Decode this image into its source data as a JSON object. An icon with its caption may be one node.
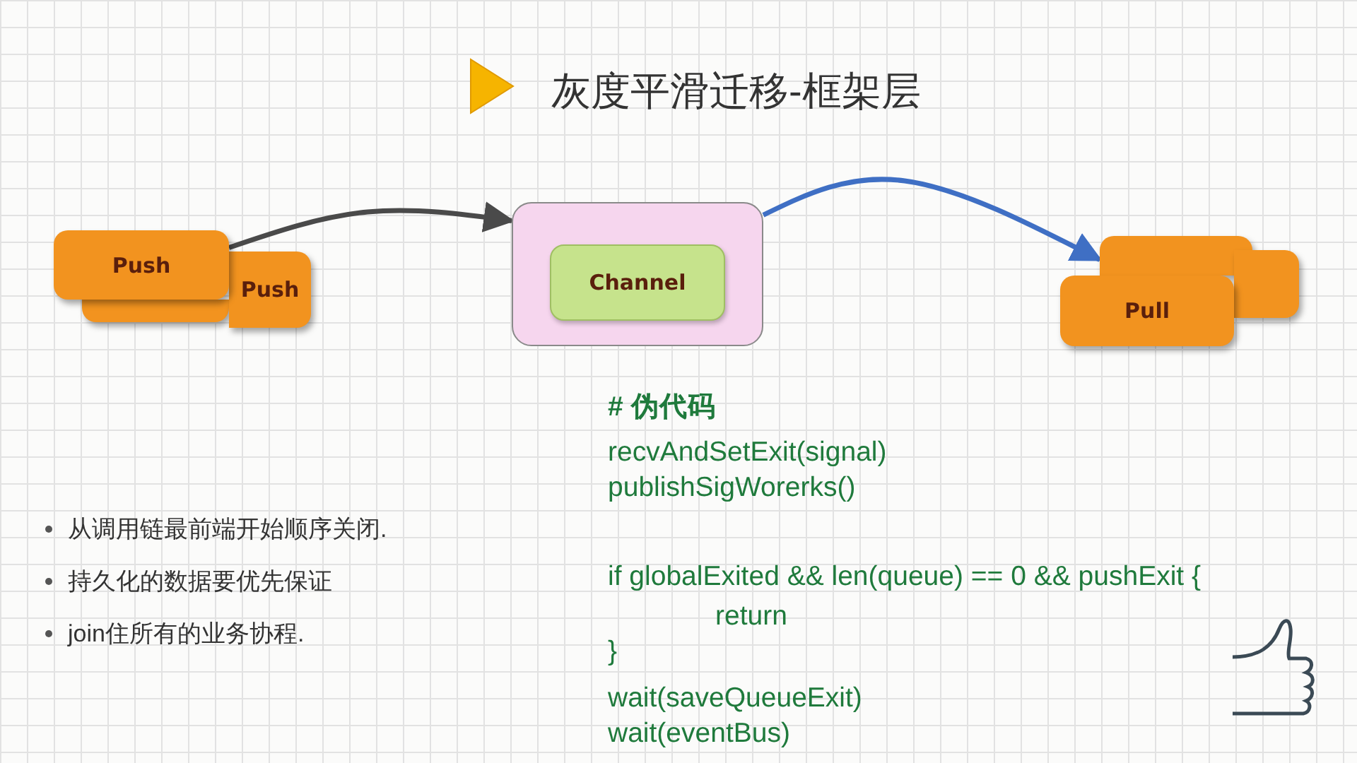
{
  "diagram": {
    "title": "灰度平滑迁移-框架层",
    "nodes": [
      {
        "text": [],
        "shape": "box"
      },
      {
        "text": [
          "Push"
        ]
      },
      {
        "text": [
          "Push"
        ]
      },
      {
        "text": [],
        "shape": "box"
      },
      {
        "text": [
          "Channel"
        ],
        "in": 3
      },
      {
        "text": [],
        "shape": "box"
      },
      {
        "text": [],
        "shape": "box"
      },
      {
        "text": [
          "Pull"
        ]
      }
    ],
    "edges": [
      {
        "from": 2,
        "to": 3,
        "arrow": "to"
      },
      {
        "from": 3,
        "to": 5,
        "arrow": "to",
        "color": "#3f6fc4"
      }
    ],
    "labels": [
      "# 伪代码",
      "recvAndSetExit(signal)",
      "publishSigWorerks()",
      "if globalExited && len(queue) == 0 && pushExit {",
      "return",
      "}",
      "wait(saveQueueExit)",
      "wait(eventBus)",
      "从调用链最前端开始顺序关闭.",
      "持久化的数据要优先保证",
      "join住所有的业务协程."
    ]
  }
}
